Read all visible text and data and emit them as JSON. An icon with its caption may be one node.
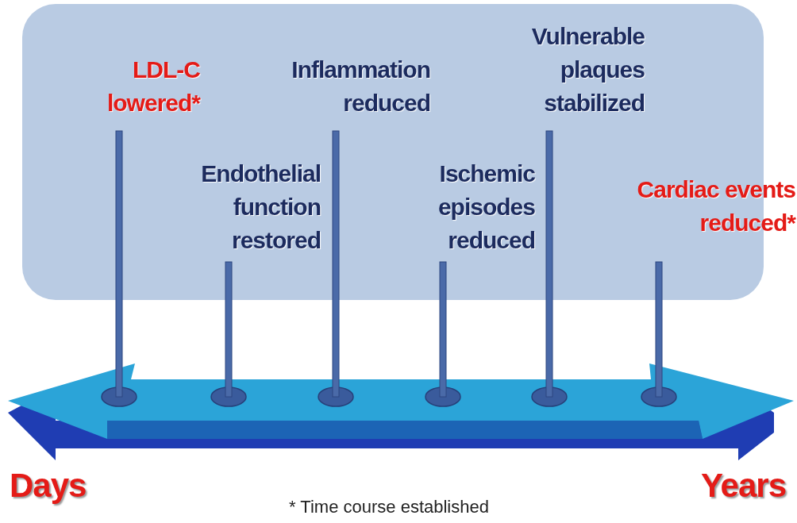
{
  "diagram": {
    "caption": "* Time course established",
    "labels": [
      "LDL-C lowered*",
      "Endothelial function restored",
      "Inflammation reduced",
      "Ischemic episodes reduced",
      "Vulnerable plaques stabilized",
      "Cardiac events reduced*",
      "Days",
      "Years"
    ]
  }
}
